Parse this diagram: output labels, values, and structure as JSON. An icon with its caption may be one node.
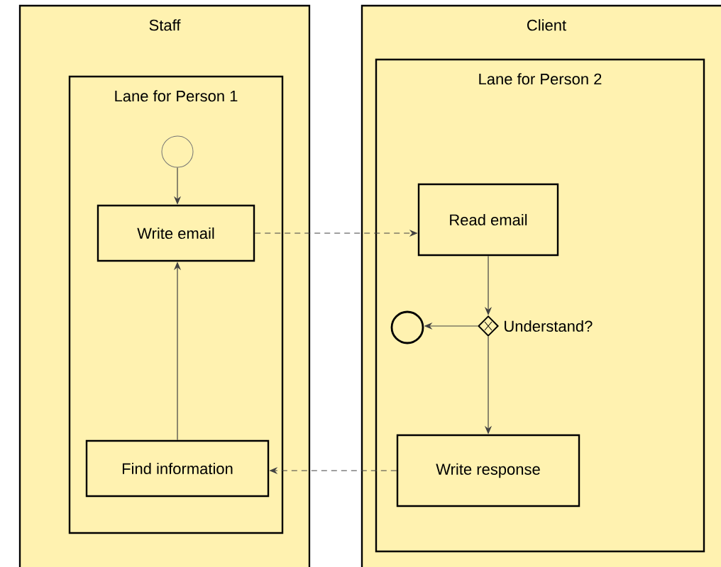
{
  "diagram": {
    "nodes": [
      {
        "text": [
          "Staff"
        ]
      },
      {
        "text": [
          "Lane for Person 1"
        ],
        "in": 0
      },
      {
        "text": [],
        "shape": "circle",
        "in": 1
      },
      {
        "text": [
          "Write email"
        ],
        "in": 1
      },
      {
        "text": [
          "Find information"
        ],
        "in": 1
      },
      {
        "text": [
          "Client"
        ]
      },
      {
        "text": [
          "Lane for Person 2"
        ],
        "in": 5
      },
      {
        "text": [
          "Read email"
        ],
        "in": 6
      },
      {
        "text": [],
        "shape": "diamond",
        "beside": [
          "Understand?"
        ],
        "in": 6
      },
      {
        "text": [],
        "shape": "circle",
        "in": 6
      },
      {
        "text": [
          "Write response"
        ],
        "in": 6
      }
    ],
    "edges": [
      {
        "from": 2,
        "to": 3,
        "arrow": "to"
      },
      {
        "from": 3,
        "to": 7,
        "arrow": "to",
        "style": "dashed"
      },
      {
        "from": 7,
        "to": 8,
        "arrow": "to"
      },
      {
        "from": 8,
        "to": 9,
        "arrow": "to"
      },
      {
        "from": 8,
        "to": 10,
        "arrow": "to"
      },
      {
        "from": 10,
        "to": 4,
        "arrow": "to",
        "style": "dashed"
      },
      {
        "from": 4,
        "to": 3,
        "arrow": "to"
      }
    ]
  }
}
